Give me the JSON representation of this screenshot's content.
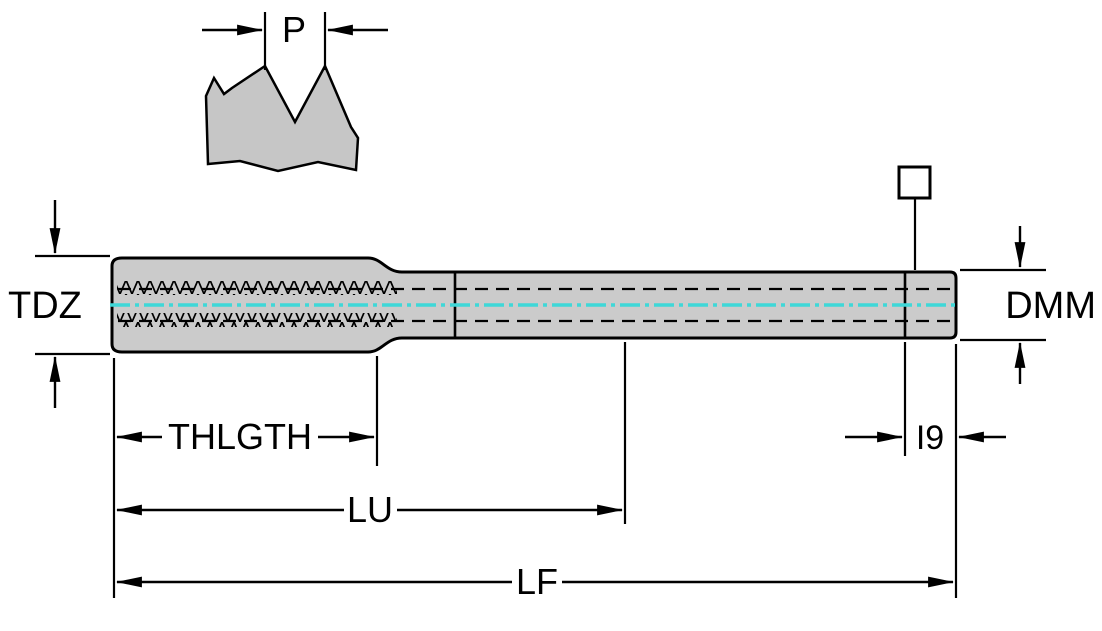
{
  "diagram": {
    "type": "technical-drawing",
    "subject": "thread-tap-dimension-diagram",
    "labels": {
      "pitch": "P",
      "thread_diameter": "TDZ",
      "shank_diameter": "DMM",
      "thread_length": "THLGTH",
      "usable_length": "LU",
      "overall_length": "LF",
      "square_length": "I9"
    },
    "colors": {
      "body_fill": "#cbcbcb",
      "outline": "#000000",
      "centerline": "#3ed8d8",
      "background": "#ffffff"
    }
  }
}
